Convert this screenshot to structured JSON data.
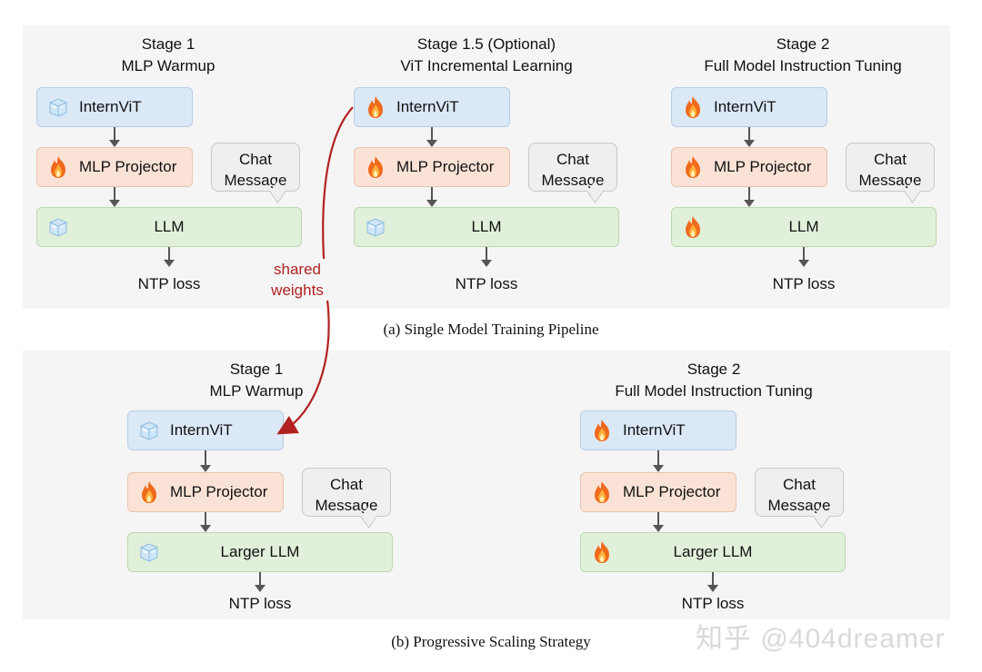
{
  "colors": {
    "vit_fill": "#dbe8f6",
    "mlp_fill": "#fae3d6",
    "llm_fill": "#e1f0da",
    "panel_bg": "#f5f5f5",
    "shared_arrow": "#b22222"
  },
  "icons": {
    "frozen": "ice-cube-icon",
    "trainable": "fire-icon"
  },
  "pipeline_a": {
    "caption": "(a) Single Model Training Pipeline",
    "stages": [
      {
        "title_line1": "Stage 1",
        "title_line2": "MLP Warmup",
        "vit_label": "InternViT",
        "vit_icon": "frozen",
        "mlp_label": "MLP Projector",
        "mlp_icon": "trainable",
        "llm_label": "LLM",
        "llm_icon": "frozen",
        "chat_line1": "Chat",
        "chat_line2": "Message",
        "loss": "NTP loss"
      },
      {
        "title_line1": "Stage 1.5 (Optional)",
        "title_line2": "ViT Incremental Learning",
        "vit_label": "InternViT",
        "vit_icon": "trainable",
        "mlp_label": "MLP Projector",
        "mlp_icon": "trainable",
        "llm_label": "LLM",
        "llm_icon": "frozen",
        "chat_line1": "Chat",
        "chat_line2": "Message",
        "loss": "NTP loss"
      },
      {
        "title_line1": "Stage 2",
        "title_line2": "Full Model Instruction Tuning",
        "vit_label": "InternViT",
        "vit_icon": "trainable",
        "mlp_label": "MLP Projector",
        "mlp_icon": "trainable",
        "llm_label": "LLM",
        "llm_icon": "trainable",
        "chat_line1": "Chat",
        "chat_line2": "Message",
        "loss": "NTP loss"
      }
    ]
  },
  "pipeline_b": {
    "caption": "(b) Progressive Scaling Strategy",
    "stages": [
      {
        "title_line1": "Stage 1",
        "title_line2": "MLP Warmup",
        "vit_label": "InternViT",
        "vit_icon": "frozen",
        "mlp_label": "MLP Projector",
        "mlp_icon": "trainable",
        "llm_label": "Larger LLM",
        "llm_icon": "frozen",
        "chat_line1": "Chat",
        "chat_line2": "Message",
        "loss": "NTP loss"
      },
      {
        "title_line1": "Stage 2",
        "title_line2": "Full Model Instruction Tuning",
        "vit_label": "InternViT",
        "vit_icon": "trainable",
        "mlp_label": "MLP Projector",
        "mlp_icon": "trainable",
        "llm_label": "Larger LLM",
        "llm_icon": "trainable",
        "chat_line1": "Chat",
        "chat_line2": "Message",
        "loss": "NTP loss"
      }
    ]
  },
  "shared_weights": {
    "line1": "shared",
    "line2": "weights"
  },
  "watermark": "知乎 @404dreamer"
}
